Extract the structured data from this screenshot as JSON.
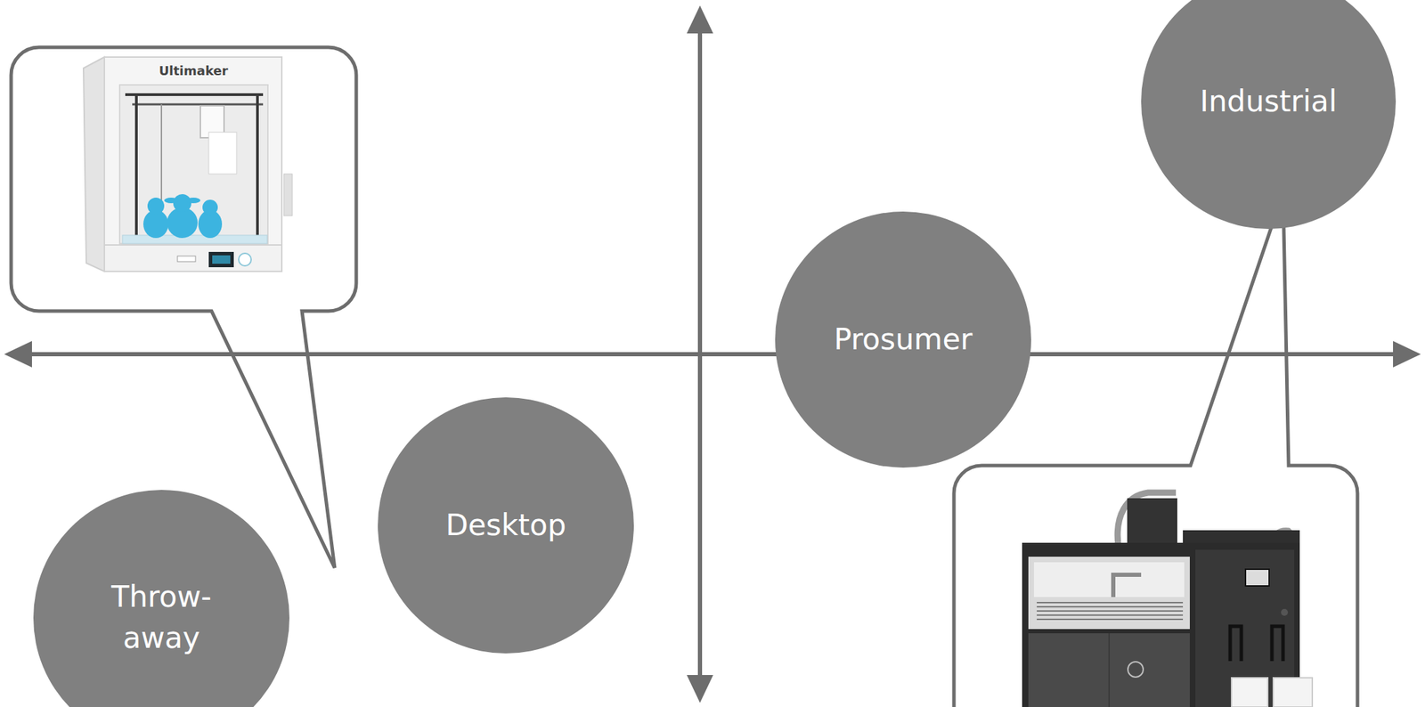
{
  "diagram": {
    "nodes": [
      {
        "text": [
          "Industrial"
        ]
      },
      {
        "text": [
          "Prosumer"
        ]
      },
      {
        "text": [
          "Desktop"
        ]
      },
      {
        "text": [
          "Throw- away"
        ]
      }
    ],
    "labels": [
      "Ultimaker"
    ]
  }
}
